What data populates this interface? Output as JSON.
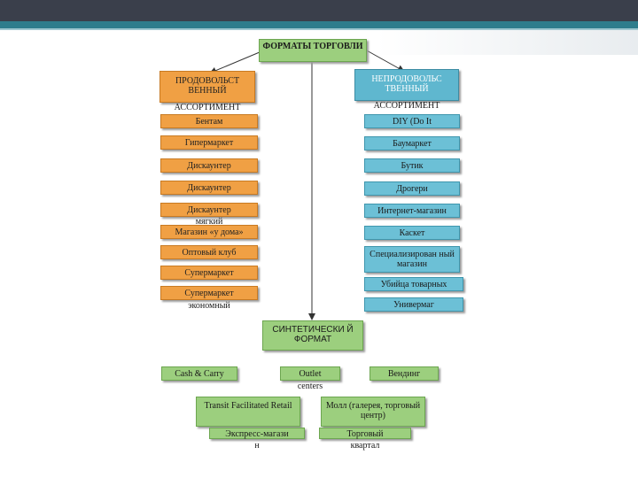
{
  "root": "ФОРМАТЫ ТОРГОВЛИ",
  "food": {
    "header": "ПРОДОВОЛЬСТ ВЕННЫЙ",
    "header_under": "АССОРТИМЕНТ",
    "items": [
      {
        "label": "Бентам",
        "under": ""
      },
      {
        "label": "Гипермаркет",
        "under": ""
      },
      {
        "label": "Дискаунтер",
        "under": ""
      },
      {
        "label": "Дискаунтер",
        "under": ""
      },
      {
        "label": "Дискаунтер",
        "under": "мягкий"
      },
      {
        "label": "Магазин «у дома»",
        "under": ""
      },
      {
        "label": "Оптовый клуб",
        "under": ""
      },
      {
        "label": "Супермаркет",
        "under": ""
      },
      {
        "label": "Супермаркет",
        "under": "экономный"
      }
    ]
  },
  "nonfood": {
    "header": "НЕПРОДОВОЛЬС ТВЕННЫЙ",
    "header_under": "АССОРТИМЕНТ",
    "items": [
      {
        "label": "DIY (Do It",
        "under": ""
      },
      {
        "label": "Баумаркет",
        "under": ""
      },
      {
        "label": "Бутик",
        "under": ""
      },
      {
        "label": "Дрогери",
        "under": ""
      },
      {
        "label": "Интернет-магазин",
        "under": ""
      },
      {
        "label": "Каскет",
        "under": ""
      },
      {
        "label": "Специализирован ный магазин",
        "under": ""
      },
      {
        "label": "Убийца товарных",
        "under": ""
      },
      {
        "label": "Универмаг",
        "under": ""
      }
    ]
  },
  "synthetic": {
    "header": "СИНТЕТИЧЕСКИ Й ФОРМАТ",
    "items": [
      {
        "label": "Cash & Carry",
        "under": ""
      },
      {
        "label": "Outlet",
        "under": "centers"
      },
      {
        "label": "Вендинг",
        "under": ""
      },
      {
        "label": "Transit Facilitated Retail",
        "under": ""
      },
      {
        "label": "Молл (галерея, торговый центр)",
        "under": ""
      },
      {
        "label": "Экспресс-магази",
        "under": "н"
      },
      {
        "label": "Торговый",
        "under": "квартал"
      }
    ]
  }
}
